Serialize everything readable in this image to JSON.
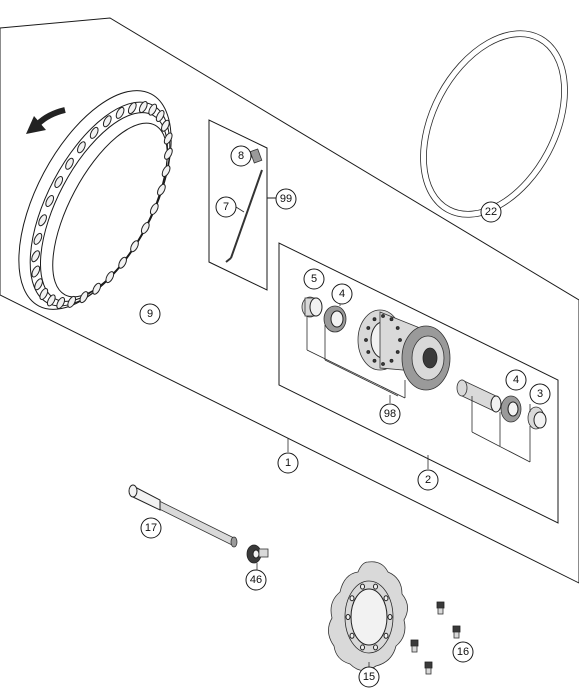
{
  "callouts": {
    "c1": "1",
    "c2": "2",
    "c3": "3",
    "c4a": "4",
    "c4b": "4",
    "c5": "5",
    "c7": "7",
    "c8": "8",
    "c9": "9",
    "c15": "15",
    "c16": "16",
    "c17": "17",
    "c22": "22",
    "c46": "46",
    "c98": "98",
    "c99": "99"
  },
  "icons": {
    "rotation_arrow": "direction-of-rotation-arrow-icon"
  },
  "colors": {
    "line": "#1a1a1a",
    "part_fill": "#f2f2f2",
    "dark_fill": "#3a3a3a"
  }
}
